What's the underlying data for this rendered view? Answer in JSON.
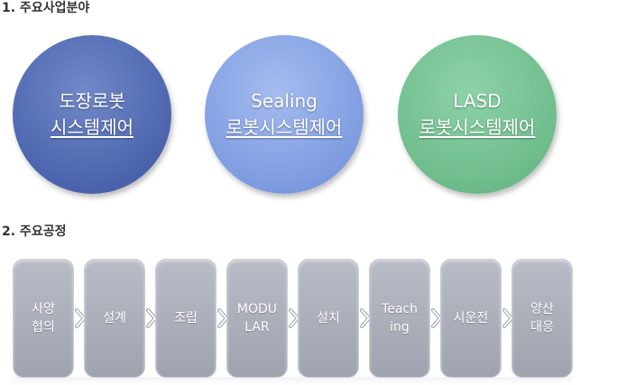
{
  "section1": {
    "title": "1. 주요사업분야"
  },
  "section2": {
    "title": "2. 주요공정"
  },
  "business": [
    {
      "lines": [
        "도장로봇",
        "시스템제어"
      ],
      "color": "#4b64ad"
    },
    {
      "lines": [
        "Sealing",
        "로봇시스템제어"
      ],
      "color": "#7e9ce0"
    },
    {
      "lines": [
        "LASD",
        "로봇시스템제어"
      ],
      "color": "#6ebc8c"
    }
  ],
  "process": [
    {
      "lines": [
        "사양",
        "협의"
      ]
    },
    {
      "lines": [
        "설계"
      ]
    },
    {
      "lines": [
        "조립"
      ]
    },
    {
      "lines": [
        "MODU",
        "LAR"
      ]
    },
    {
      "lines": [
        "설치"
      ]
    },
    {
      "lines": [
        "Teach",
        "ing"
      ]
    },
    {
      "lines": [
        "시운전"
      ]
    },
    {
      "lines": [
        "양산",
        "대응"
      ]
    }
  ],
  "colors": {
    "step": "#a7acb7",
    "arrow": "#ffffff",
    "arrow_outline": "#9ea3af"
  }
}
